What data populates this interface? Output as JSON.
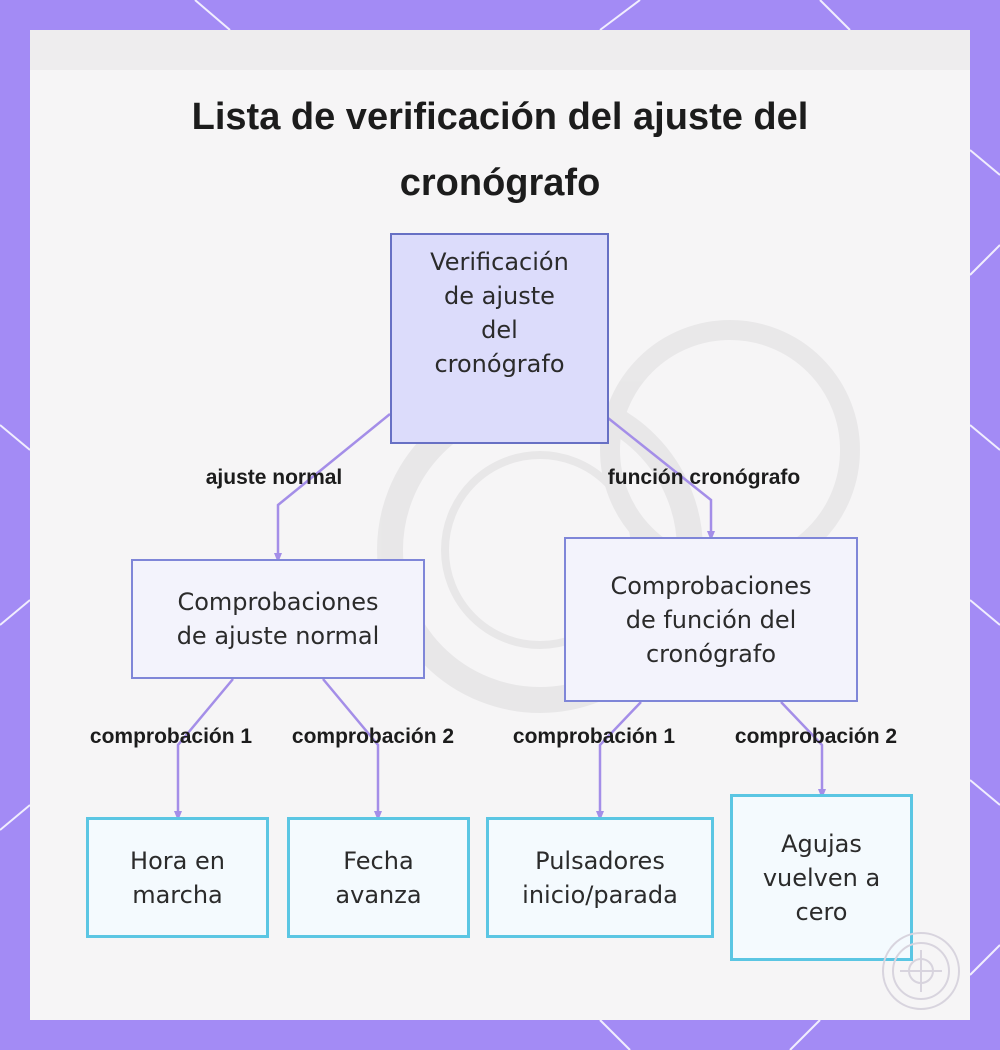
{
  "title": {
    "line1": "Lista de verificación del ajuste del",
    "line2": "cronógrafo"
  },
  "colors": {
    "frame": "#a38bf5",
    "panel": "#f6f5f6",
    "root_fill": "#dcdcfb",
    "root_border": "#6770c4",
    "mid_fill": "#f3f3fc",
    "mid_border": "#7f86d8",
    "leaf_fill": "#f4fafe",
    "leaf_border": "#5bc6e3",
    "connector": "#a48ee8"
  },
  "nodes": {
    "root": {
      "text": "Verificación\nde ajuste\ndel\ncronógrafo"
    },
    "normal": {
      "text": "Comprobaciones\nde ajuste normal"
    },
    "chrono": {
      "text": "Comprobaciones\nde función del\ncronógrafo"
    },
    "leaf1": {
      "text": "Hora en\nmarcha"
    },
    "leaf2": {
      "text": "Fecha\navanza"
    },
    "leaf3": {
      "text": "Pulsadores\ninicio/parada"
    },
    "leaf4": {
      "text": "Agujas\nvuelven a\ncero"
    }
  },
  "edge_labels": {
    "normal": "ajuste normal",
    "chrono": "función cronógrafo",
    "check1_left": "comprobación 1",
    "check2_left": "comprobación 2",
    "check1_right": "comprobación 1",
    "check2_right": "comprobación 2"
  }
}
